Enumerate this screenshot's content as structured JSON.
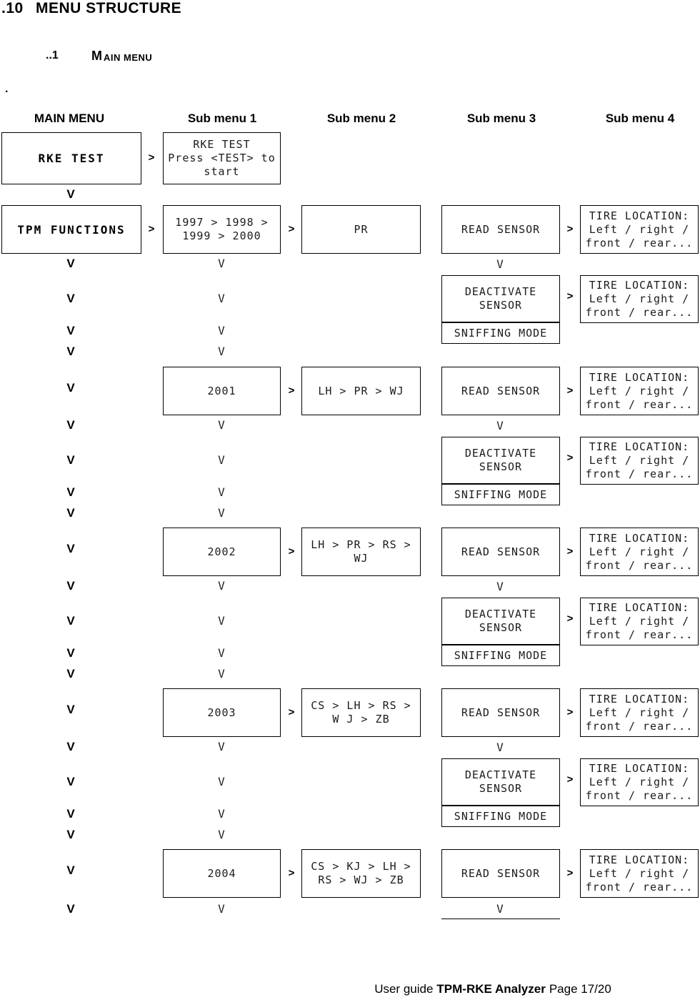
{
  "heading": {
    "number": ".10",
    "title": "MENU STRUCTURE"
  },
  "subheading": {
    "number": "..1",
    "cap": "M",
    "rest": "AIN MENU"
  },
  "stray_dot": ".",
  "column_headers": {
    "main": "MAIN MENU",
    "sub1": "Sub menu 1",
    "sub2": "Sub menu 2",
    "sub3": "Sub menu 3",
    "sub4": "Sub menu 4"
  },
  "symbols": {
    "right": ">",
    "down": "V"
  },
  "labels": {
    "rke_test": "RKE TEST",
    "rke_test_screen": "RKE TEST\nPress <TEST> to\nstart",
    "tpm_functions": "TPM FUNCTIONS",
    "read_sensor": "READ SENSOR",
    "deactivate_sensor": "DEACTIVATE\nSENSOR",
    "sniffing_mode": "SNIFFING MODE",
    "tire_location": "TIRE LOCATION:\nLeft / right /\nfront / rear...",
    "pr": "PR",
    "years_1997_2000": "1997 > 1998 >\n1999 > 2000",
    "year_2001": "2001",
    "models_2001": "LH > PR > WJ",
    "year_2002": "2002",
    "models_2002": "LH > PR > RS >\nWJ",
    "year_2003": "2003",
    "models_2003": "CS > LH > RS >\nW J > ZB",
    "year_2004": "2004",
    "models_2004": "CS > KJ > LH >\nRS > WJ > ZB"
  },
  "footer": {
    "prefix": "User guide",
    "product": "TPM-RKE Analyzer",
    "suffix": "Page 17/20"
  }
}
